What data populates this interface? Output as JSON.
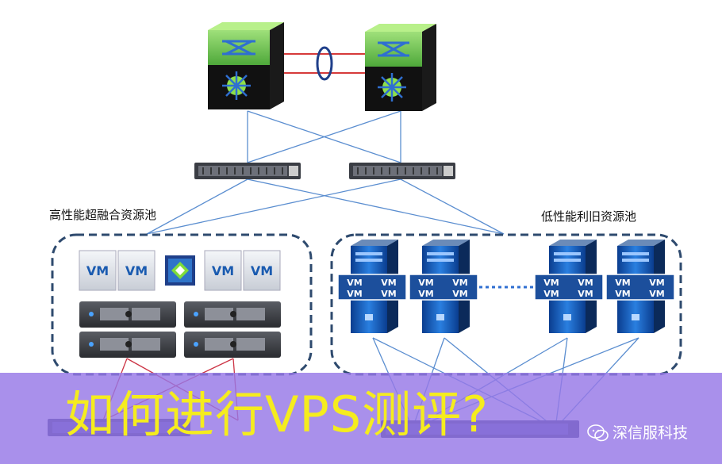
{
  "diagram": {
    "left_pool_label": "高性能超融合资源池",
    "right_pool_label": "低性能利旧资源池",
    "vm_label": "VM"
  },
  "banner": {
    "headline": "如何进行VPS测评?",
    "brand_name": "深信服科技",
    "brand_icon": "wechat-icon",
    "background_color": "#9678e6",
    "text_color": "#f5ec1e"
  }
}
